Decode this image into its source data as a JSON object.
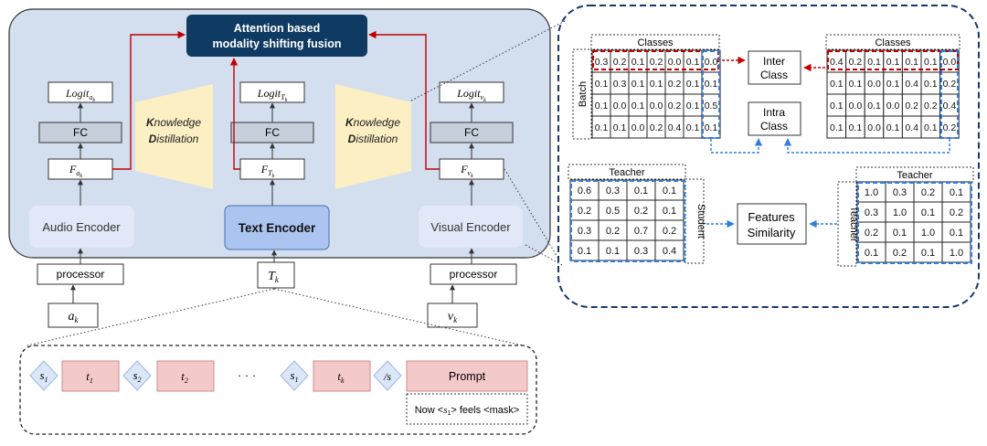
{
  "fusion": {
    "line1": "Attention based",
    "line2": "modality shifting fusion"
  },
  "branches": [
    {
      "logit_base": "Logit",
      "logit_sub": "a",
      "logit_subsub": "k",
      "fc": "FC",
      "feat_base": "F",
      "feat_sub": "a",
      "feat_subsub": "k",
      "encoder": "Audio Encoder",
      "pre": "processor",
      "input_base": "a",
      "input_sub": "k"
    },
    {
      "logit_base": "Logit",
      "logit_sub": "T",
      "logit_subsub": "k",
      "fc": "FC",
      "feat_base": "F",
      "feat_sub": "T",
      "feat_subsub": "k",
      "encoder": "Text Encoder",
      "pre": "",
      "input_base": "T",
      "input_sub": "k"
    },
    {
      "logit_base": "Logit",
      "logit_sub": "v",
      "logit_subsub": "k",
      "fc": "FC",
      "feat_base": "F",
      "feat_sub": "v",
      "feat_subsub": "k",
      "encoder": "Visual Encoder",
      "pre": "processor",
      "input_base": "v",
      "input_sub": "k"
    }
  ],
  "kd": {
    "k": "K",
    "nowledge": "nowledge",
    "d": "D",
    "istillation": "istillation"
  },
  "sequence": {
    "s1_base": "s",
    "s1_sub": "1",
    "t1_base": "t",
    "t1_sub": "1",
    "s2_base": "s",
    "s2_sub": "2",
    "t2_base": "t",
    "t2_sub": "2",
    "dots": "· · ·",
    "s1b_base": "s",
    "s1b_sub": "1",
    "tk_base": "t",
    "tk_sub": "k",
    "end": "/s",
    "prompt": "Prompt",
    "template_pre": "Now <",
    "template_var": "s",
    "template_var_sub": "1",
    "template_post": "> feels <mask>"
  },
  "logit_tables": {
    "classes_label": "Classes",
    "batch_label": "Batch",
    "left": [
      [
        "0.3",
        "0.2",
        "0.1",
        "0.2",
        "0.0",
        "0.1",
        "0.0"
      ],
      [
        "0.1",
        "0.3",
        "0.1",
        "0.1",
        "0.2",
        "0.1",
        "0.1"
      ],
      [
        "0.1",
        "0.0",
        "0.1",
        "0.0",
        "0.2",
        "0.1",
        "0.5"
      ],
      [
        "0.1",
        "0.1",
        "0.0",
        "0.2",
        "0.4",
        "0.1",
        "0.1"
      ]
    ],
    "right": [
      [
        "0.4",
        "0.2",
        "0.1",
        "0.1",
        "0.1",
        "0.1",
        "0.0"
      ],
      [
        "0.1",
        "0.1",
        "0.0",
        "0.1",
        "0.4",
        "0.1",
        "0.2"
      ],
      [
        "0.1",
        "0.0",
        "0.1",
        "0.0",
        "0.2",
        "0.2",
        "0.4"
      ],
      [
        "0.1",
        "0.1",
        "0.0",
        "0.1",
        "0.4",
        "0.1",
        "0.2"
      ]
    ],
    "inter": [
      "Inter",
      "Class"
    ],
    "intra": [
      "Intra",
      "Class"
    ]
  },
  "feature_tables": {
    "teacher_label": "Teacher",
    "student_label": "Student",
    "left": [
      [
        "0.6",
        "0.3",
        "0.1",
        "0.1"
      ],
      [
        "0.2",
        "0.5",
        "0.2",
        "0.1"
      ],
      [
        "0.3",
        "0.2",
        "0.7",
        "0.2"
      ],
      [
        "0.1",
        "0.1",
        "0.3",
        "0.4"
      ]
    ],
    "right": [
      [
        "1.0",
        "0.3",
        "0.2",
        "0.1"
      ],
      [
        "0.3",
        "1.0",
        "0.1",
        "0.2"
      ],
      [
        "0.2",
        "0.1",
        "1.0",
        "0.1"
      ],
      [
        "0.1",
        "0.2",
        "0.1",
        "1.0"
      ]
    ],
    "similarity": [
      "Features",
      "Similarity"
    ]
  },
  "colors": {
    "panel_fill": "#d3deef",
    "encoder_fill": "#e2e8f7",
    "text_encoder_fill": "#abc4f0",
    "fusion_fill": "#0f3b63",
    "fc_fill": "#c6d0dc",
    "kd_fill": "#fcefc4",
    "red": "#c00000",
    "blue": "#2f7de1",
    "navy": "#17386b",
    "pink": "#f4c9c9",
    "diamond": "#dbe6f8"
  }
}
